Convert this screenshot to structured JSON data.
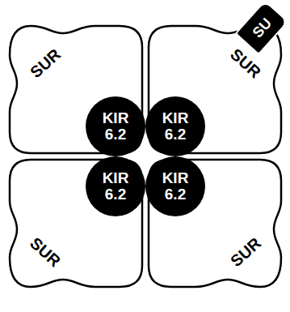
{
  "diagram": {
    "nodes": [
      {
        "text": [
          "SUR"
        ]
      },
      {
        "text": [
          "SUR"
        ]
      },
      {
        "text": [
          "SUR"
        ]
      },
      {
        "text": [
          "SUR"
        ]
      },
      {
        "text": [
          "KIR 6.2"
        ]
      },
      {
        "text": [
          "KIR 6.2"
        ]
      },
      {
        "text": [
          "KIR 6.2"
        ]
      },
      {
        "text": [
          "KIR 6.2"
        ]
      },
      {
        "text": [
          "SU"
        ]
      }
    ]
  }
}
